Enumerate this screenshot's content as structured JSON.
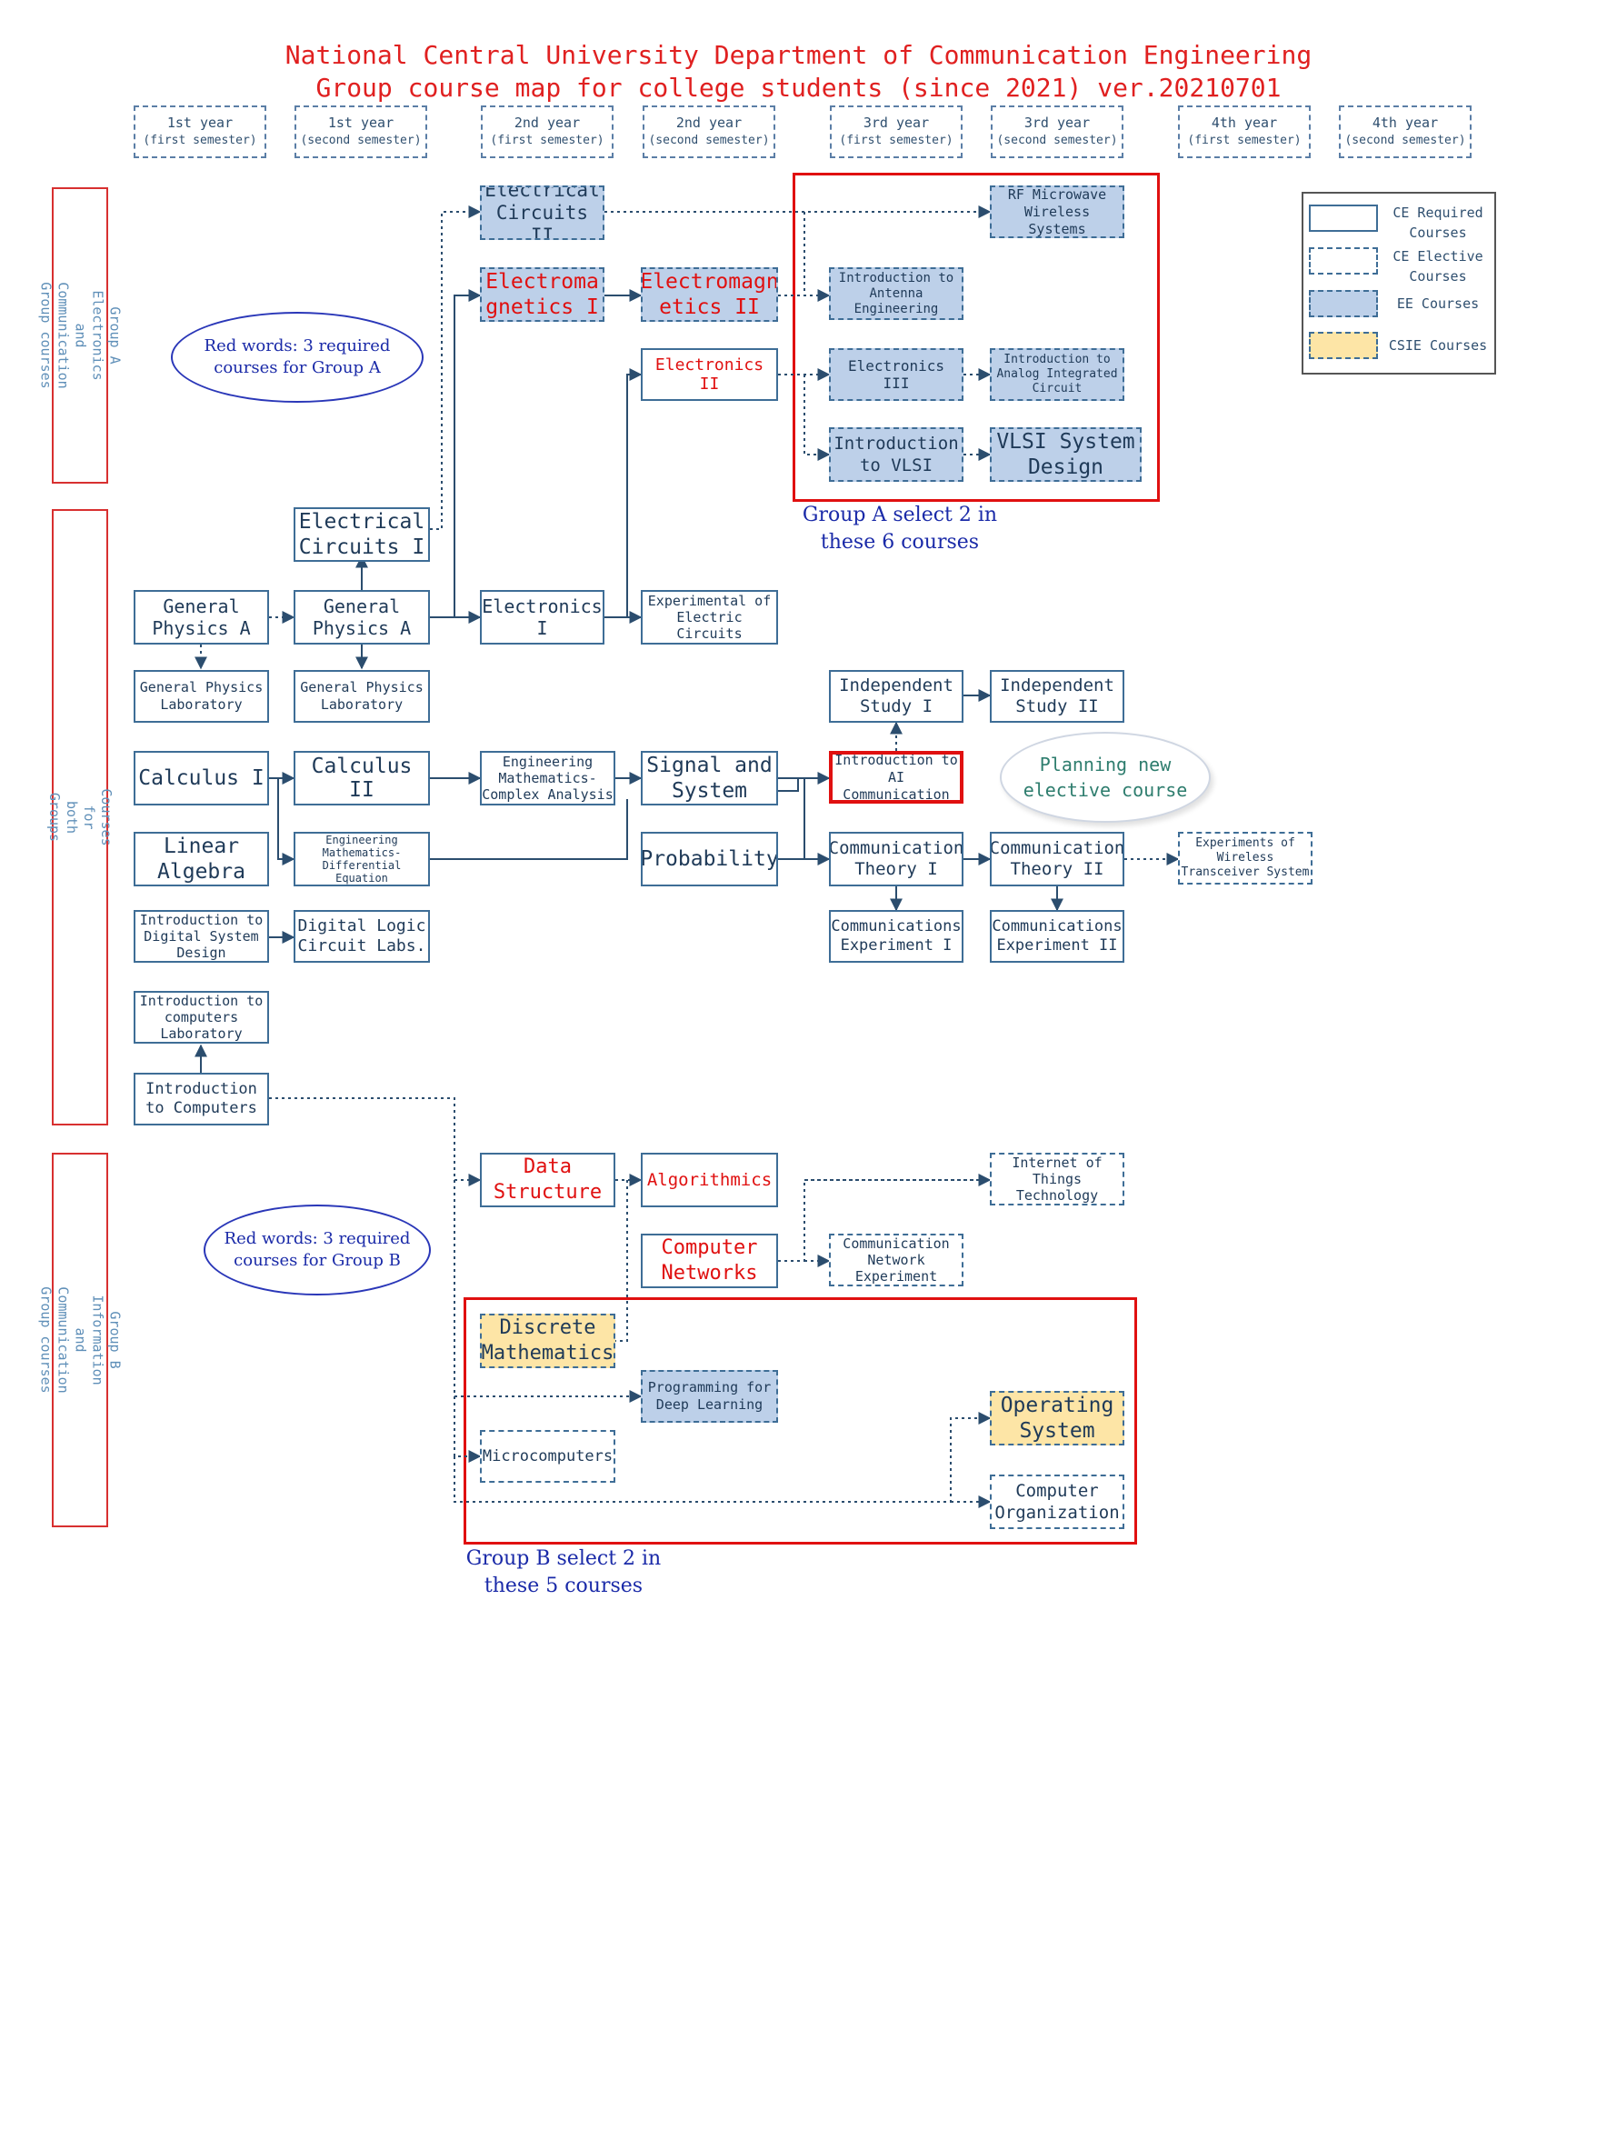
{
  "title": {
    "line1": "National Central University Department of Communication Engineering",
    "line2": "Group course map for college students (since 2021) ver.20210701"
  },
  "year_headers": [
    {
      "year": "1st year",
      "sem": "(first semester)"
    },
    {
      "year": "1st year",
      "sem": "(second semester)"
    },
    {
      "year": "2nd year",
      "sem": "(first semester)"
    },
    {
      "year": "2nd year",
      "sem": "(second semester)"
    },
    {
      "year": "3rd year",
      "sem": "(first semester)"
    },
    {
      "year": "3rd year",
      "sem": "(second semester)"
    },
    {
      "year": "4th year",
      "sem": "(first semester)"
    },
    {
      "year": "4th year",
      "sem": "(second semester)"
    }
  ],
  "groups": {
    "a": "Group A\nElectronics and Communication\nGroup courses",
    "both": "Courses for both Groups",
    "b": "Group B\nInformation and Communication\nGroup courses"
  },
  "courses": {
    "ec2": "Electrical\nCircuits II",
    "em1": "Electroma\ngnetics I",
    "em2": "Electromagn\netics II",
    "rf": "RF Microwave\nWireless Systems",
    "antenna": "Introduction to\nAntenna\nEngineering",
    "elec2": "Electronics II",
    "elec3": "Electronics III",
    "analog": "Introduction to\nAnalog Integrated\nCircuit",
    "vlsi_intro": "Introduction\nto VLSI",
    "vlsi_design": "VLSI System\nDesign",
    "ec1": "Electrical\nCircuits I",
    "gpa1": "General\nPhysics A",
    "gpa2": "General\nPhysics A",
    "elec1": "Electronics I",
    "exp_elec": "Experimental of\nElectric\nCircuits",
    "gpl1": "General Physics\nLaboratory",
    "gpl2": "General Physics\nLaboratory",
    "ind1": "Independent\nStudy I",
    "ind2": "Independent\nStudy II",
    "calc1": "Calculus I",
    "calc2": "Calculus II",
    "eng_complex": "Engineering\nMathematics-\nComplex Analysis",
    "signal": "Signal and\nSystem",
    "ai_comm": "Introduction to\nAI Communication",
    "linalg": "Linear\nAlgebra",
    "eng_diff": "Engineering\nMathematics-\nDifferential Equation",
    "prob": "Probability",
    "ct1": "Communication\nTheory I",
    "ct2": "Communication\nTheory II",
    "wireless_exp": "Experiments of\nWireless\nTransceiver System",
    "intro_digital": "Introduction to\nDigital System\nDesign",
    "digital_lab": "Digital Logic\nCircuit Labs.",
    "ce1": "Communications\nExperiment I",
    "ce2": "Communications\nExperiment II",
    "intro_comp_lab": "Introduction to\ncomputers\nLaboratory",
    "intro_comp": "Introduction\nto Computers",
    "data_struct": "Data\nStructure",
    "algorithms": "Algorithmics",
    "iot": "Internet of\nThings\nTechnology",
    "comp_net": "Computer\nNetworks",
    "net_exp": "Communication\nNetwork\nExperiment",
    "discrete": "Discrete\nMathematics",
    "prog_dl": "Programming for\nDeep Learning",
    "os": "Operating\nSystem",
    "micro": "Microcomputers",
    "comp_org": "Computer\nOrganization"
  },
  "notes": {
    "red_a": "Red words: 3 required\ncourses for Group A",
    "red_b": "Red words: 3 required\ncourses for Group B",
    "select_a": "Group A select 2 in\nthese 6 courses",
    "select_b": "Group B select 2 in\nthese 5 courses",
    "planning": "Planning new\nelective course"
  },
  "legend": {
    "ce_required": "CE Required\nCourses",
    "ce_elective": "CE Elective\nCourses",
    "ee": "EE Courses",
    "csie": "CSIE Courses"
  },
  "colors": {
    "box_border": "#3e6d96",
    "ee_fill": "#bdd0e9",
    "csie_fill": "#fde5a6",
    "required_text": "#e01010",
    "arrow": "#2b4d6e"
  }
}
